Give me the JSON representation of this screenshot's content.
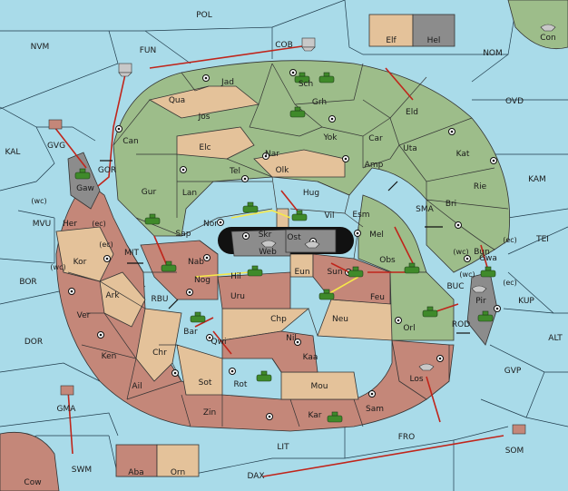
{
  "colors": {
    "sea": "#a9dbe9",
    "green": "#9dbd8a",
    "tan": "#e4c29a",
    "red": "#c48779",
    "gray": "#8c8c8c",
    "black": "#111111",
    "order": "#c0251b",
    "support": "#f6e84a"
  },
  "legend": {
    "top": [
      {
        "label": "Elf",
        "color": "tan"
      },
      {
        "label": "Hel",
        "color": "gray"
      }
    ],
    "bottom": [
      {
        "label": "Aba",
        "color": "red"
      },
      {
        "label": "Orn",
        "color": "tan"
      }
    ]
  },
  "seas": {
    "pol": "POL",
    "nvm": "NVM",
    "fun": "FUN",
    "cob": "COB",
    "nom": "NOM",
    "con": "Con",
    "ovd": "OVD",
    "kal": "KAL",
    "gvg": "GVG",
    "gor": "GOR",
    "kam": "KAM",
    "mvu": "MVU",
    "sma": "SMA",
    "tei": "TEI",
    "mit": "MIT",
    "bor": "BOR",
    "rbu": "RBU",
    "buc": "BUC",
    "kup": "KUP",
    "rod": "ROD",
    "dor": "DOR",
    "alt": "ALT",
    "gvp": "GVP",
    "gma": "GMA",
    "fro": "FRO",
    "som": "SOM",
    "lit": "LIT",
    "swm": "SWM",
    "dax": "DAX",
    "cow": "Cow"
  },
  "provinces": {
    "jad": "Jad",
    "sch": "Sch",
    "qua": "Qua",
    "jos": "Jos",
    "grh": "Grh",
    "eld": "Eld",
    "can": "Can",
    "elc": "Elc",
    "nar": "Nar",
    "yok": "Yok",
    "car": "Car",
    "uta": "Uta",
    "kat": "Kat",
    "gaw": "Gaw",
    "tel": "Tel",
    "olk": "Olk",
    "amp": "Amp",
    "gur": "Gur",
    "lan": "Lan",
    "hug": "Hug",
    "rie": "Rie",
    "bri": "Bri",
    "her": "Her",
    "nor": "Nor",
    "vil": "Vil",
    "esm": "Esm",
    "sap": "Sap",
    "skr": "Skr",
    "ost": "Ost",
    "web": "Web",
    "mel": "Mel",
    "kor": "Kor",
    "nab": "Nab",
    "eun": "Eun",
    "obs": "Obs",
    "bun": "Bun",
    "gwa": "Gwa",
    "hil": "Hil",
    "sun": "Sun",
    "ark": "Ark",
    "nog": "Nog",
    "uru": "Uru",
    "feu": "Feu",
    "pir": "Pir",
    "ver": "Ver",
    "chp": "Chp",
    "neu": "Neu",
    "orl": "Orl",
    "bar": "Bar",
    "qwi": "Qwi",
    "nil": "Nil",
    "ken": "Ken",
    "chr": "Chr",
    "kaa": "Kaa",
    "los": "Los",
    "ail": "Ail",
    "sot": "Sot",
    "rot": "Rot",
    "mou": "Mou",
    "zin": "Zin",
    "kar": "Kar",
    "sam": "Sam"
  },
  "coasts": {
    "wc1": "(wc)",
    "ec1": "(ec)",
    "ec2": "(ec)",
    "wc2": "(wc)",
    "wc3": "(wc)",
    "ec3": "(ec)",
    "ec4": "(ec)",
    "wc4": "(wc)"
  }
}
